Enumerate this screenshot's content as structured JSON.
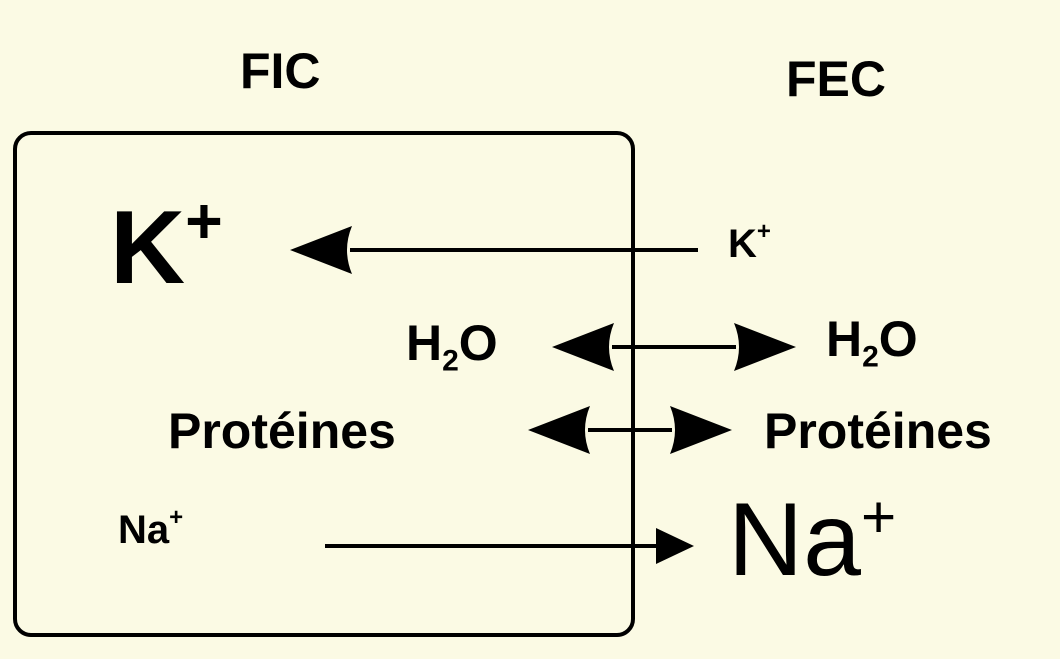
{
  "compartments": {
    "intracellular_label": "FIC",
    "extracellular_label": "FEC"
  },
  "potassium": {
    "base": "K",
    "charge": "+",
    "flow": "FEC → FIC"
  },
  "water": {
    "base_h": "H",
    "subscript": "2",
    "base_o": "O",
    "flow": "bidirectional"
  },
  "proteins": {
    "label": "Protéines",
    "flow": "bidirectional"
  },
  "sodium": {
    "base": "Na",
    "charge": "+",
    "flow": "FIC → FEC"
  },
  "colors": {
    "background": "#fbfae4",
    "ink": "#000000"
  }
}
